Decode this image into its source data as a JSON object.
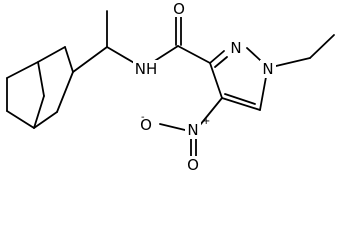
{
  "molecule": {
    "atoms": {
      "o_carbonyl": "O",
      "n_amide": "NH",
      "n_ring_2": "N",
      "n_ring_1": "N",
      "n_nitro": "N",
      "o_nitro_1": "O",
      "o_nitro_2": "O"
    },
    "charges": {
      "n_nitro": "+",
      "o_nitro_1": "-"
    }
  },
  "colors": {
    "bond": "#000000",
    "label": "#000000",
    "background": "#ffffff"
  }
}
